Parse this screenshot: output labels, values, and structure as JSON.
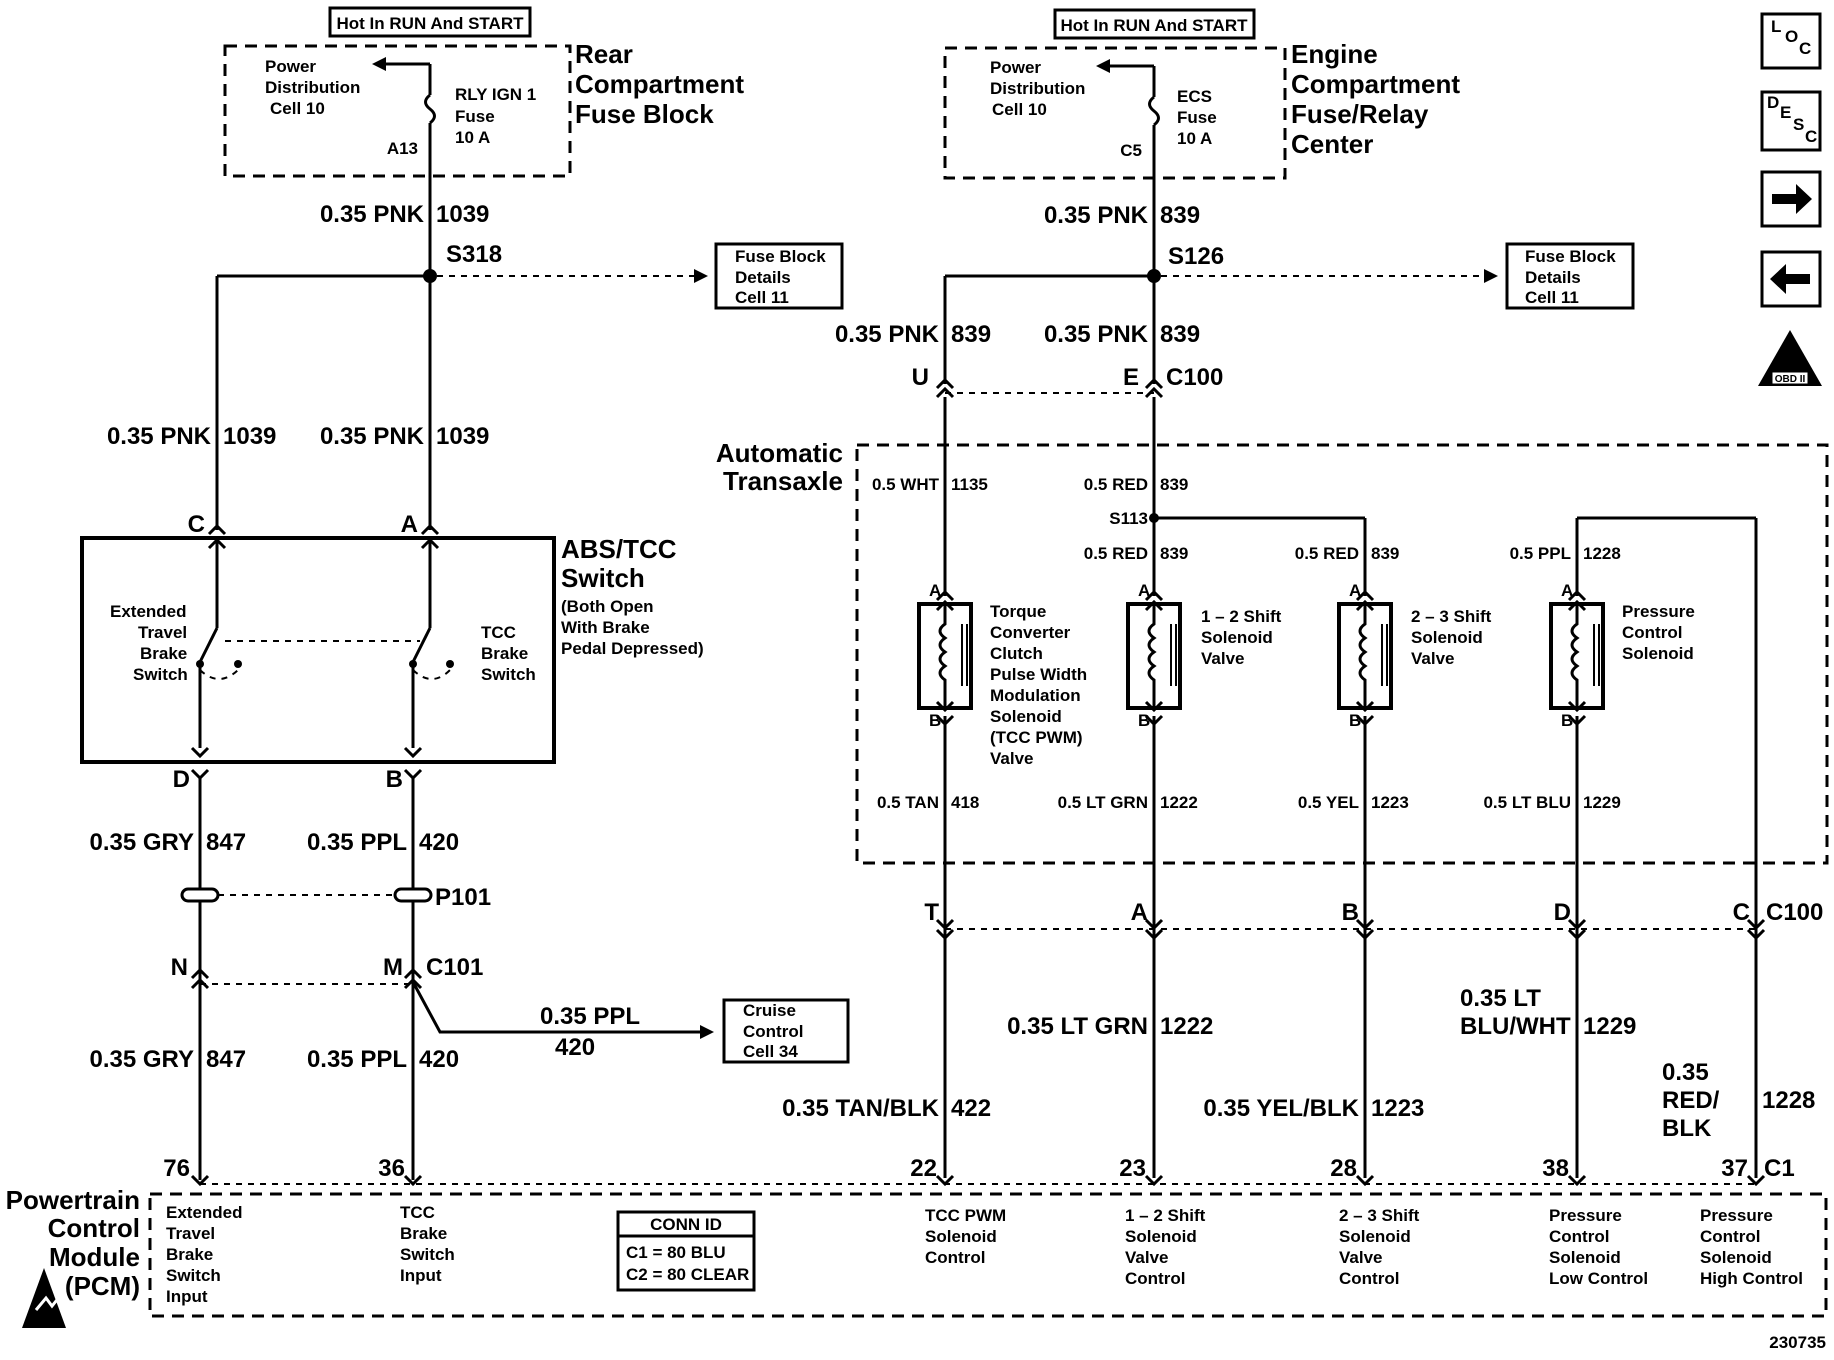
{
  "left": {
    "hot_label": "Hot In RUN And START",
    "pdc": [
      "Power",
      "Distribution",
      "Cell 10"
    ],
    "fuse": [
      "RLY IGN 1",
      "Fuse",
      "10 A"
    ],
    "pin": "A13",
    "block_name": [
      "Rear",
      "Compartment",
      "Fuse Block"
    ],
    "wire_main": [
      "0.35 PNK",
      "1039"
    ],
    "splice": "S318",
    "ref_box": [
      "Fuse Block",
      "Details",
      "Cell 11"
    ],
    "wire_c": [
      "0.35 PNK",
      "1039"
    ],
    "wire_a": [
      "0.35 PNK",
      "1039"
    ],
    "pin_c": "C",
    "pin_a": "A",
    "switch_name": [
      "ABS/TCC",
      "Switch"
    ],
    "switch_note": [
      "(Both Open",
      "With Brake",
      "Pedal Depressed)"
    ],
    "ext_switch": [
      "Extended",
      "Travel",
      "Brake",
      "Switch"
    ],
    "tcc_switch": [
      "TCC",
      "Brake",
      "Switch"
    ],
    "pin_d": "D",
    "pin_b": "B",
    "wire_d": [
      "0.35 GRY",
      "847"
    ],
    "wire_b": [
      "0.35 PPL",
      "420"
    ],
    "p101": "P101",
    "pin_n": "N",
    "pin_m": "M",
    "c101": "C101",
    "cruise_wire": [
      "0.35 PPL",
      "420"
    ],
    "cruise_box": [
      "Cruise",
      "Control",
      "Cell 34"
    ],
    "wire_n": [
      "0.35 GRY",
      "847"
    ],
    "wire_m": [
      "0.35 PPL",
      "420"
    ],
    "pin_76": "76",
    "pin_36": "36"
  },
  "right": {
    "hot_label": "Hot In RUN And START",
    "pdc": [
      "Power",
      "Distribution",
      "Cell 10"
    ],
    "fuse": [
      "ECS",
      "Fuse",
      "10 A"
    ],
    "pin": "C5",
    "block_name": [
      "Engine",
      "Compartment",
      "Fuse/Relay",
      "Center"
    ],
    "wire_main": [
      "0.35 PNK",
      "839"
    ],
    "splice": "S126",
    "ref_box": [
      "Fuse Block",
      "Details",
      "Cell 11"
    ],
    "wire_u": [
      "0.35 PNK",
      "839"
    ],
    "wire_e": [
      "0.35 PNK",
      "839"
    ],
    "pin_u": "U",
    "pin_e": "E",
    "c100_top": "C100",
    "transaxle": [
      "Automatic",
      "Transaxle"
    ],
    "wht": [
      "0.5 WHT",
      "1135"
    ],
    "red1": [
      "0.5 RED",
      "839"
    ],
    "s113": "S113",
    "red2": [
      "0.5 RED",
      "839"
    ],
    "red3": [
      "0.5 RED",
      "839"
    ],
    "ppl": [
      "0.5 PPL",
      "1228"
    ],
    "sol_tcc": [
      "Torque",
      "Converter",
      "Clutch",
      "Pulse Width",
      "Modulation",
      "Solenoid",
      "(TCC PWM)",
      "Valve"
    ],
    "sol_12": [
      "1 – 2 Shift",
      "Solenoid",
      "Valve"
    ],
    "sol_23": [
      "2 – 3 Shift",
      "Solenoid",
      "Valve"
    ],
    "sol_pc": [
      "Pressure",
      "Control",
      "Solenoid"
    ],
    "pin_a_label": "A",
    "pin_b_label": "B",
    "tan": [
      "0.5 TAN",
      "418"
    ],
    "ltgrn": [
      "0.5 LT GRN",
      "1222"
    ],
    "yel": [
      "0.5 YEL",
      "1223"
    ],
    "ltblu": [
      "0.5 LT BLU",
      "1229"
    ],
    "pin_t": "T",
    "pin_a2": "A",
    "pin_b2": "B",
    "pin_d2": "D",
    "pin_c2": "C",
    "c100_bot": "C100",
    "w422": [
      "0.35 TAN/BLK",
      "422"
    ],
    "w1222": [
      "0.35 LT GRN",
      "1222"
    ],
    "w1223": [
      "0.35 YEL/BLK",
      "1223"
    ],
    "w1229": [
      "0.35 LT",
      "BLU/WHT",
      "1229"
    ],
    "w1228": [
      "0.35",
      "RED/",
      "BLK",
      "1228"
    ],
    "pin_22": "22",
    "pin_23": "23",
    "pin_28": "28",
    "pin_38": "38",
    "pin_37": "37",
    "c1": "C1"
  },
  "pcm": {
    "name": [
      "Powertrain",
      "Control",
      "Module",
      "(PCM)"
    ],
    "in1": [
      "Extended",
      "Travel",
      "Brake",
      "Switch",
      "Input"
    ],
    "in2": [
      "TCC",
      "Brake",
      "Switch",
      "Input"
    ],
    "conn_title": "CONN ID",
    "conn_lines": [
      "C1 = 80 BLU",
      "C2 = 80 CLEAR"
    ],
    "out1": [
      "TCC PWM",
      "Solenoid",
      "Control"
    ],
    "out2": [
      "1 – 2 Shift",
      "Solenoid",
      "Valve",
      "Control"
    ],
    "out3": [
      "2 – 3 Shift",
      "Solenoid",
      "Valve",
      "Control"
    ],
    "out4": [
      "Pressure",
      "Control",
      "Solenoid",
      "Low Control"
    ],
    "out5": [
      "Pressure",
      "Control",
      "Solenoid",
      "High Control"
    ]
  },
  "side_icons": [
    "loc-icon",
    "desc-icon",
    "arrow-right-icon",
    "arrow-left-icon",
    "obd2-icon"
  ],
  "loc_text": [
    "L",
    "O",
    "C"
  ],
  "desc_text": [
    "D",
    "E",
    "S",
    "C"
  ],
  "obd_text": "OBD II",
  "figure_id": "230735"
}
